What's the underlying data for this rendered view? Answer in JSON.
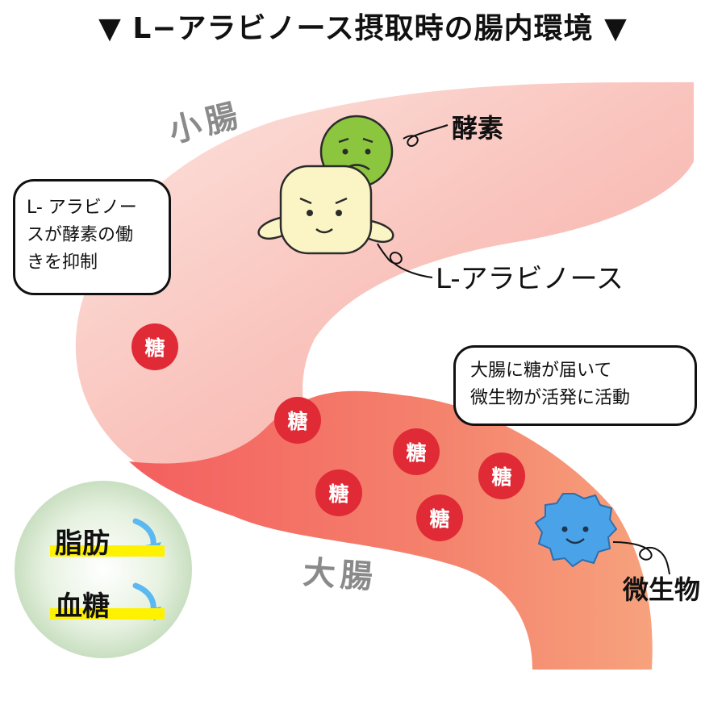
{
  "title": "▼ L−アラビノース摂取時の腸内環境 ▼",
  "intestine": {
    "small_label": "小腸",
    "large_label": "大腸"
  },
  "characters": {
    "enzyme": "酵素",
    "arabinose": "L-アラビノース",
    "microbe": "微生物"
  },
  "bubbles": {
    "left": [
      "L- アラビノー",
      "スが酵素の働",
      "きを抑制"
    ],
    "right": [
      "大腸に糖が届いて",
      "微生物が活発に活動"
    ]
  },
  "sugar_label": "糖",
  "effects": [
    {
      "label": "脂肪",
      "trend": "down"
    },
    {
      "label": "血糖",
      "trend": "down"
    }
  ],
  "colors": {
    "small_intestine": "#f9c9c2",
    "large_intestine": "#f4876f",
    "sugar": "#e02a36",
    "enzyme": "#8cc63f",
    "arabinose": "#fbf5c6",
    "microbe": "#4aa3e8",
    "highlight": "#fff200",
    "arrow": "#5cb8f0"
  }
}
